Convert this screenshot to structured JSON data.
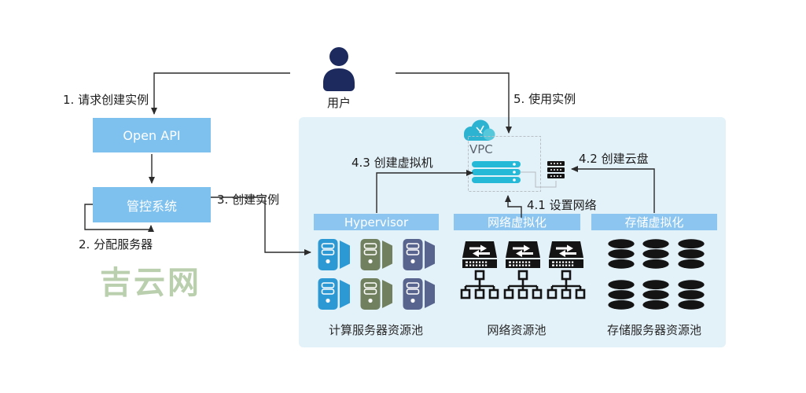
{
  "watermark": "吉云网",
  "actor": {
    "label": "用户"
  },
  "nodes": {
    "open_api": "Open API",
    "control_system": "管控系统",
    "vpc": "VPC"
  },
  "steps": {
    "s1": "1. 请求创建实例",
    "s2": "2. 分配服务器",
    "s3": "3. 创建实例",
    "s41": "4.1 设置网络",
    "s42": "4.2 创建云盘",
    "s43": "4.3 创建虚拟机",
    "s5": "5. 使用实例"
  },
  "layers": {
    "hypervisor": "Hypervisor",
    "network": "网络虚拟化",
    "storage": "存储虚拟化"
  },
  "pools": {
    "compute": "计算服务器资源池",
    "network": "网络资源池",
    "storage": "存储服务器资源池"
  },
  "colors": {
    "panel_bg": "#e3f1f9",
    "node_bg": "#7ec1ef",
    "bar_bg": "#8cc6f0",
    "accent_teal": "#29b7d6",
    "user_navy": "#1c2a5e",
    "server_blue": "#2c99d5",
    "server_olive": "#71805f",
    "server_slate": "#58648e",
    "icon_black": "#141414",
    "watermark_green": "#b9cfad",
    "connector_line": "#2b2b2b"
  }
}
